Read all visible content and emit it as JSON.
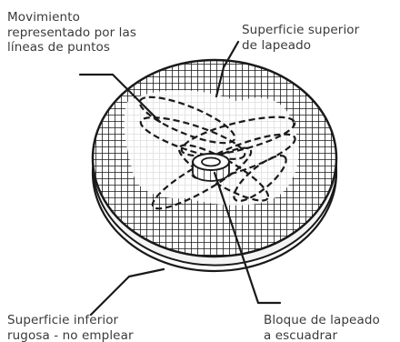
{
  "labels": {
    "motion": [
      "Movimiento",
      "representado por las",
      "líneas de puntos"
    ],
    "top_surface": [
      "Superficie superior",
      "de lapeado"
    ],
    "bottom_surface": [
      "Superficie inferior",
      "rugosa - no emplear"
    ],
    "block": [
      "Bloque de lapeado",
      "a escuadrar"
    ]
  },
  "colors": {
    "ink": "#1a1a1a",
    "text": "#3a3a3a",
    "background": "#ffffff"
  }
}
